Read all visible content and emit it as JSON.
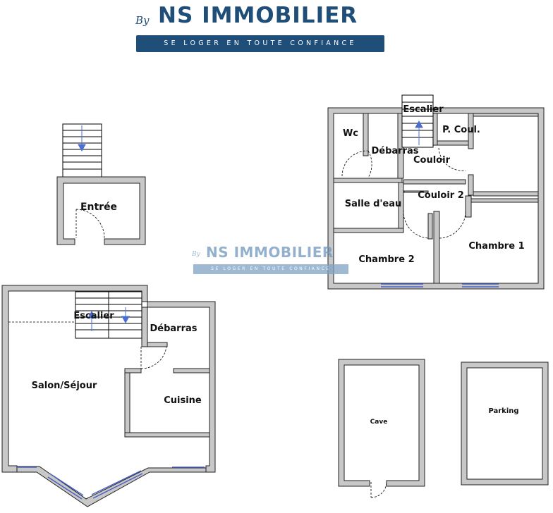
{
  "header": {
    "by": "By",
    "brand": "NS IMMOBILIER",
    "tagline": "SE LOGER EN TOUTE CONFIANCE"
  },
  "watermark": {
    "by": "By",
    "brand": "NS IMMOBILIER",
    "tagline": "SE LOGER EN TOUTE CONFIANCE"
  },
  "rooms": {
    "entree": "Entrée",
    "wc": "Wc",
    "debarras_up": "Débarras",
    "escalier_up": "Escalier",
    "p_coul": "P. Coul.",
    "couloir": "Couloir",
    "salle_eau": "Salle d'eau",
    "couloir2": "Couloir 2",
    "chambre1": "Chambre 1",
    "chambre2": "Chambre 2",
    "escalier_down": "Escalier",
    "debarras_down": "Débarras",
    "salon": "Salon/Séjour",
    "cuisine": "Cuisine",
    "cave": "Cave",
    "parking": "Parking"
  },
  "colors": {
    "brand": "#1f4e79",
    "wall": "#c8c8c8",
    "window": "#4a5fc1"
  }
}
